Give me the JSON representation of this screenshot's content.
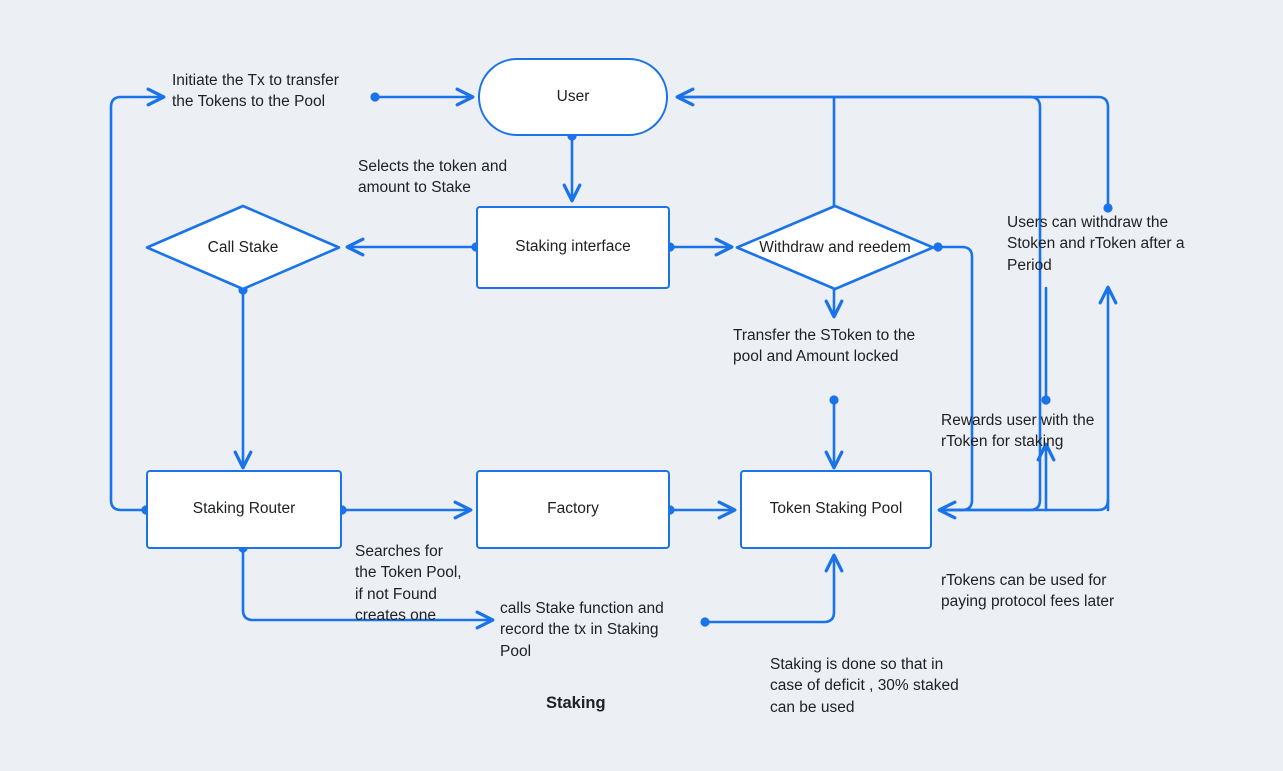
{
  "diagram": {
    "title": "Staking",
    "background_color": "#eceff4",
    "line_color": "#1a73e8",
    "text_color": "#202124",
    "node_fill": "#ffffff"
  },
  "nodes": {
    "user": {
      "label": "User",
      "shape": "pill"
    },
    "staking_interface": {
      "label": "Staking interface",
      "shape": "rect"
    },
    "call_stake": {
      "label": "Call Stake",
      "shape": "diamond"
    },
    "withdraw_redeem": {
      "label": "Withdraw and\nreedem",
      "shape": "diamond"
    },
    "staking_router": {
      "label": "Staking Router",
      "shape": "rect"
    },
    "factory": {
      "label": "Factory",
      "shape": "rect"
    },
    "token_staking_pool": {
      "label": "Token Staking Pool",
      "shape": "rect"
    }
  },
  "annotations": {
    "initiate_tx": "Initiate the Tx to transfer\nthe Tokens to the Pool",
    "selects_token": "Selects the token and\namount to Stake",
    "transfer_stoken": "Transfer the SToken to the\npool and Amount locked",
    "users_can_withdraw": "Users can withdraw the\nStoken and rToken after a\nPeriod",
    "rewards_user": "Rewards user with the\nrToken for staking",
    "searches_for_pool": "Searches for\nthe Token Pool,\nif not Found\ncreates one",
    "calls_stake_function": "calls Stake function and\nrecord the tx in Staking\nPool",
    "rtokens_protocol_fees": "rTokens can be used for\npaying protocol fees later",
    "staking_deficit": "Staking is done so that in\ncase of deficit , 30% staked\ncan be used"
  }
}
